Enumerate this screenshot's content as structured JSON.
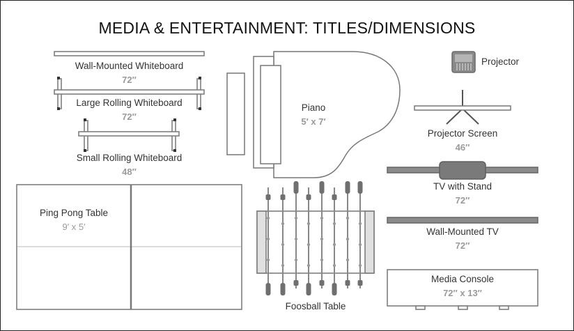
{
  "title": "MEDIA & ENTERTAINMENT: TITLES/DIMENSIONS",
  "items": {
    "wall_whiteboard": {
      "label": "Wall-Mounted Whiteboard",
      "dim": "72″"
    },
    "large_whiteboard": {
      "label": "Large Rolling Whiteboard",
      "dim": "72″"
    },
    "small_whiteboard": {
      "label": "Small Rolling Whiteboard",
      "dim": "48″"
    },
    "ping_pong": {
      "label": "Ping Pong Table",
      "dim": "9′ x 5′"
    },
    "piano": {
      "label": "Piano",
      "dim": "5′ x 7′"
    },
    "foosball": {
      "label": "Foosball Table"
    },
    "projector": {
      "label": "Projector"
    },
    "projector_screen": {
      "label": "Projector Screen",
      "dim": "46″"
    },
    "tv_stand": {
      "label": "TV with Stand",
      "dim": "72″"
    },
    "wall_tv": {
      "label": "Wall-Mounted TV",
      "dim": "72″"
    },
    "media_console": {
      "label": "Media Console",
      "dim": "72″ x 13″"
    }
  },
  "colors": {
    "stroke": "#777777",
    "fill_light": "#e8e8e8",
    "fill_mid": "#d6d6d6",
    "fill_dark": "#8a8a8a",
    "label": "#333333",
    "dimension": "#9a9a9a"
  }
}
